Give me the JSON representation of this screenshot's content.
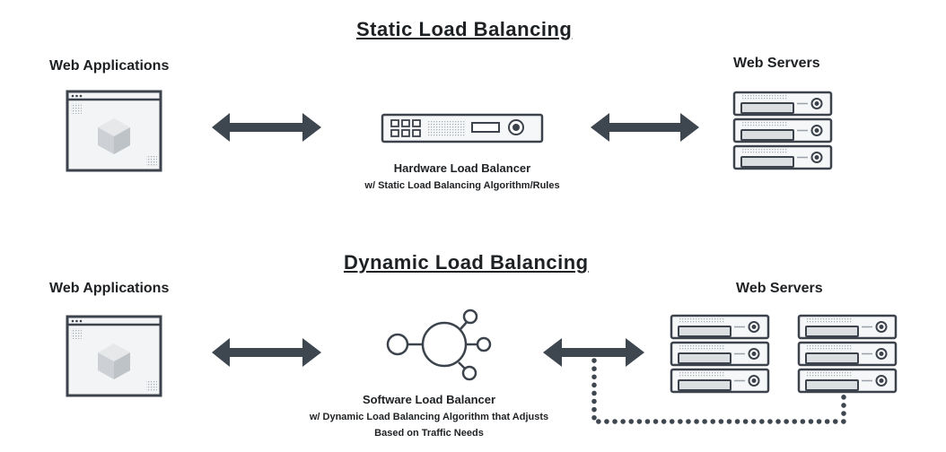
{
  "static": {
    "title": "Static Load Balancing",
    "left_label": "Web Applications",
    "right_label": "Web Servers",
    "balancer_label": "Hardware Load Balancer",
    "balancer_sub": "w/ Static Load Balancing Algorithm/Rules",
    "balancer_icon": "hardware-appliance-icon"
  },
  "dynamic": {
    "title": "Dynamic Load Balancing",
    "left_label": "Web Applications",
    "right_label": "Web Servers",
    "balancer_label": "Software Load Balancer",
    "balancer_sub_line1": "w/ Dynamic Load Balancing Algorithm that Adjusts",
    "balancer_sub_line2": "Based on Traffic Needs",
    "balancer_icon": "software-node-icon"
  },
  "colors": {
    "icon_stroke": "#3c434c",
    "icon_fill": "#f3f4f5",
    "arrow": "#3e4650",
    "cube": "#d5d8dc"
  }
}
